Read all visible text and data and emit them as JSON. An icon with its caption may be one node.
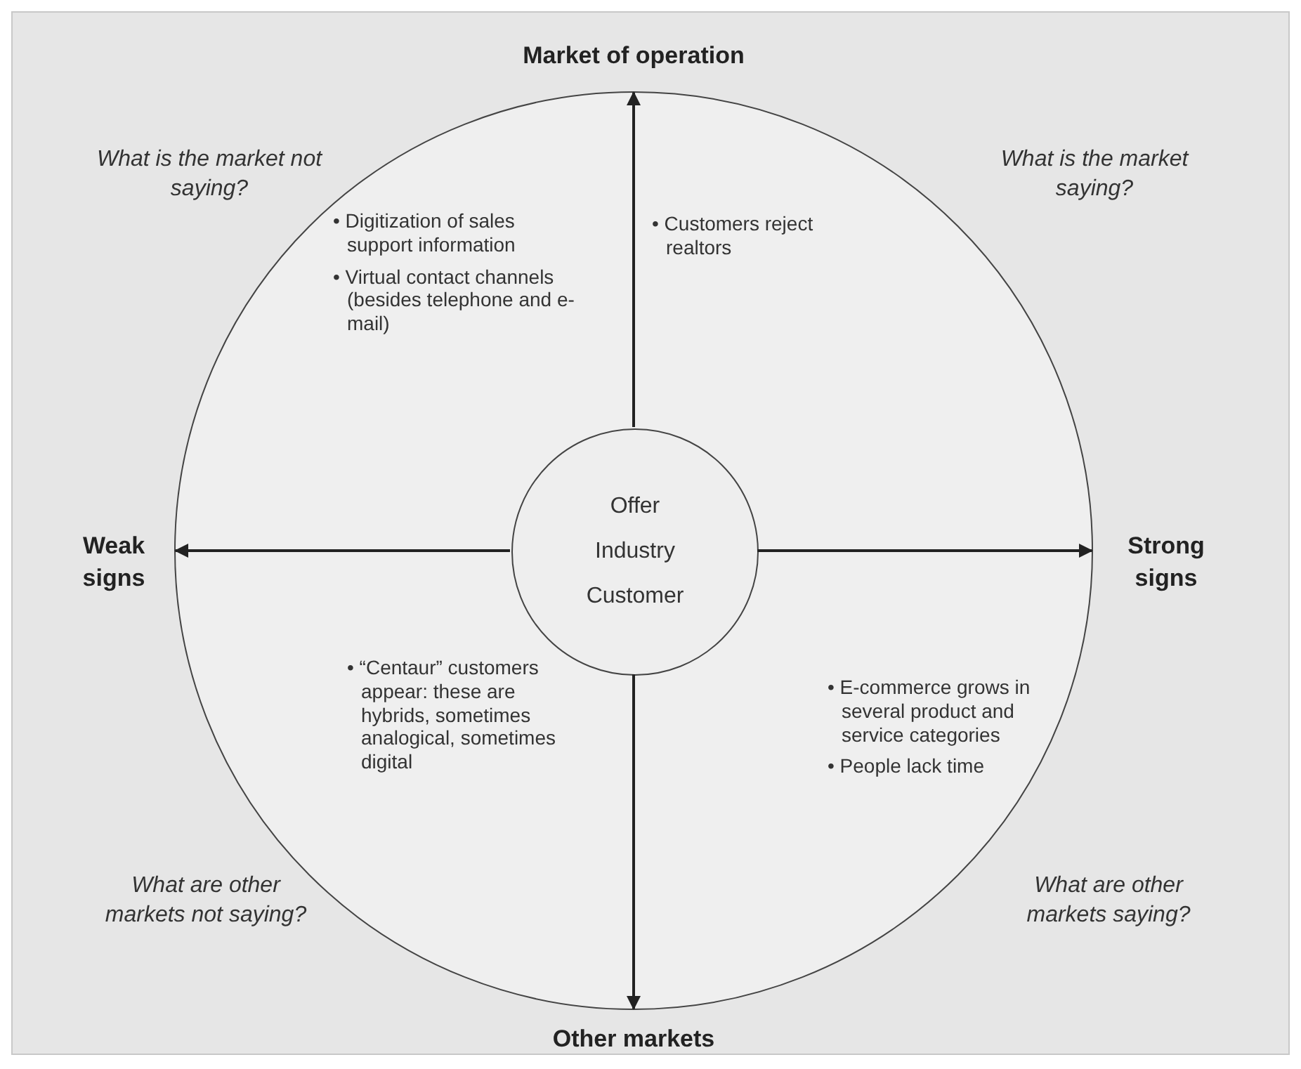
{
  "diagram": {
    "nodes": [
      {
        "text": [],
        "shape": "circle"
      },
      {
        "text": [
          "Offer",
          "Industry",
          "Customer"
        ],
        "in": 0
      },
      {
        "text": [
          "Market of operation"
        ]
      },
      {
        "text": [
          "Weak signs"
        ]
      },
      {
        "text": [
          "Strong signs"
        ]
      },
      {
        "text": [
          "Other markets"
        ]
      }
    ],
    "edges": [
      {
        "from": 1,
        "to": 2,
        "arrow": "to"
      },
      {
        "from": 1,
        "to": 3,
        "arrow": "to"
      },
      {
        "from": 1,
        "to": 4,
        "arrow": "to"
      },
      {
        "from": 1,
        "to": 5,
        "arrow": "to"
      }
    ],
    "labels": [
      "What is the market not saying?",
      "What is the market saying?",
      "• Digitization of sales support information",
      "• Virtual contact channels (besides telephone and e-mail)",
      "• Customers reject realtors",
      "• “Centaur” customers appear: these are hybrids, sometimes analogical, sometimes digital",
      "• E-commerce grows in several product and service categories",
      "• People lack time",
      "What are other markets not saying?",
      "What are other markets saying?"
    ]
  }
}
